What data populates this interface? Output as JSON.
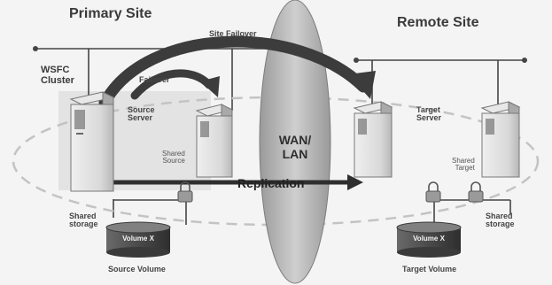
{
  "sites": {
    "primary": "Primary Site",
    "remote": "Remote Site"
  },
  "cluster_label": [
    "WSFC",
    "Cluster"
  ],
  "links": {
    "site_failover": "Site Failover",
    "failover": "Failover",
    "replication": "Replication"
  },
  "network": [
    "WAN/",
    "LAN"
  ],
  "servers": {
    "source": [
      "Source",
      "Server"
    ],
    "target": [
      "Target",
      "Server"
    ],
    "shared_source": [
      "Shared",
      "Source"
    ],
    "shared_target": [
      "Shared",
      "Target"
    ]
  },
  "storage": {
    "left_label": [
      "Shared",
      "storage"
    ],
    "right_label": [
      "Shared",
      "storage"
    ],
    "source_volume_name": "Volume X",
    "source_volume_caption": "Source Volume",
    "target_volume_name": "Volume X",
    "target_volume_caption": "Target Volume"
  },
  "colors": {
    "arrow": "#3c3c3c",
    "server_fill": "#d5d5d5",
    "ellipse": "#c6c6c6",
    "disk": "#4a4a4a"
  }
}
